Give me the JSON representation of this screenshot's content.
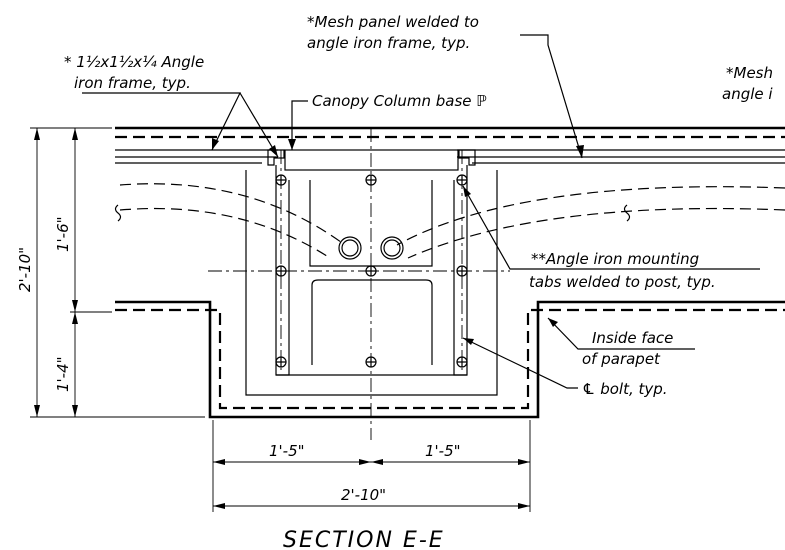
{
  "notes": {
    "mesh_panel_line1": "*Mesh panel welded to",
    "mesh_panel_line2": "angle iron frame, typ.",
    "angle_frame_line1": "* 1½x1½x¼ Angle",
    "angle_frame_line2": "iron frame, typ.",
    "canopy_base": "Canopy Column base ℙ",
    "mesh_cut_line1": "*Mesh",
    "mesh_cut_line2": "angle i",
    "mounting_tabs_line1": "**Angle iron mounting",
    "mounting_tabs_line2": "tabs welded to post, typ.",
    "inside_face_line1": "Inside face",
    "inside_face_line2": "of parapet",
    "cl_bolt": "℄ bolt, typ."
  },
  "dimensions": {
    "vertical_total": "2'-10\"",
    "vertical_upper": "1'-6\"",
    "vertical_lower": "1'-4\"",
    "horizontal_left": "1'-5\"",
    "horizontal_right": "1'-5\"",
    "horizontal_total": "2'-10\""
  },
  "title": "SECTION E-E"
}
